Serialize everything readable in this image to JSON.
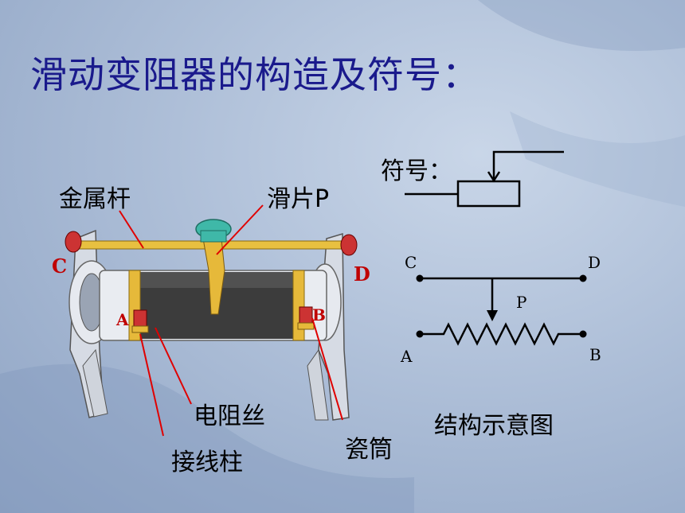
{
  "title": "滑动变阻器的构造及符号：",
  "labels": {
    "metal_rod": "金属杆",
    "slider": "滑片P",
    "resistance_wire": "电阻丝",
    "terminal": "接线柱",
    "ceramic_tube": "瓷筒",
    "symbol": "符号：",
    "schematic_caption": "结构示意图"
  },
  "device_terminals": {
    "c": "C",
    "d": "D",
    "a": "A",
    "b": "B"
  },
  "schematic_points": {
    "c": "C",
    "d": "D",
    "p": "P",
    "a": "A",
    "b": "B"
  },
  "colors": {
    "title": "#1a1a8c",
    "pointer_lines": "#e00000",
    "terminal_letters": "#c00000",
    "rod": "#e8c040",
    "wire_coil": "#404040"
  }
}
